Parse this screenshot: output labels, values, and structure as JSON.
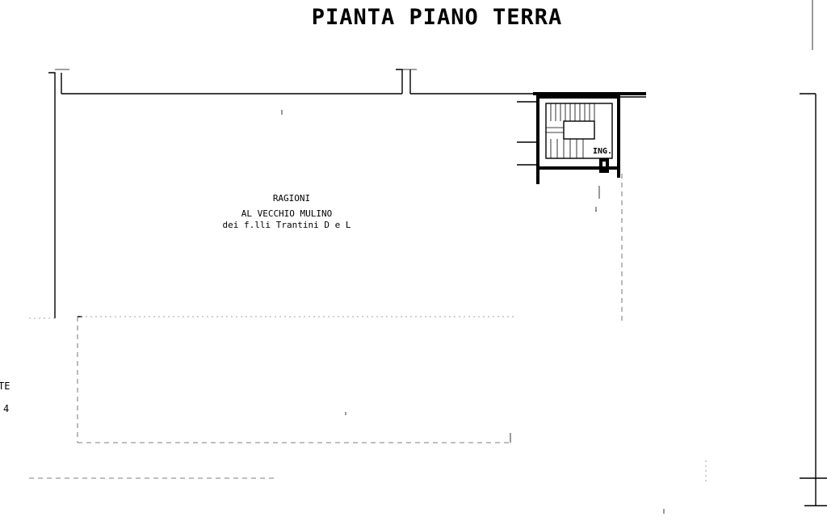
{
  "title": "PIANTA PIANO TERRA",
  "room_label": {
    "line1": "RAGIONI",
    "line2": "AL VECCHIO MULINO",
    "line3": "dei f.lli Trantini D e L"
  },
  "stair_label": "ING.",
  "edge_text": {
    "line1": "TE",
    "line2": "4"
  }
}
